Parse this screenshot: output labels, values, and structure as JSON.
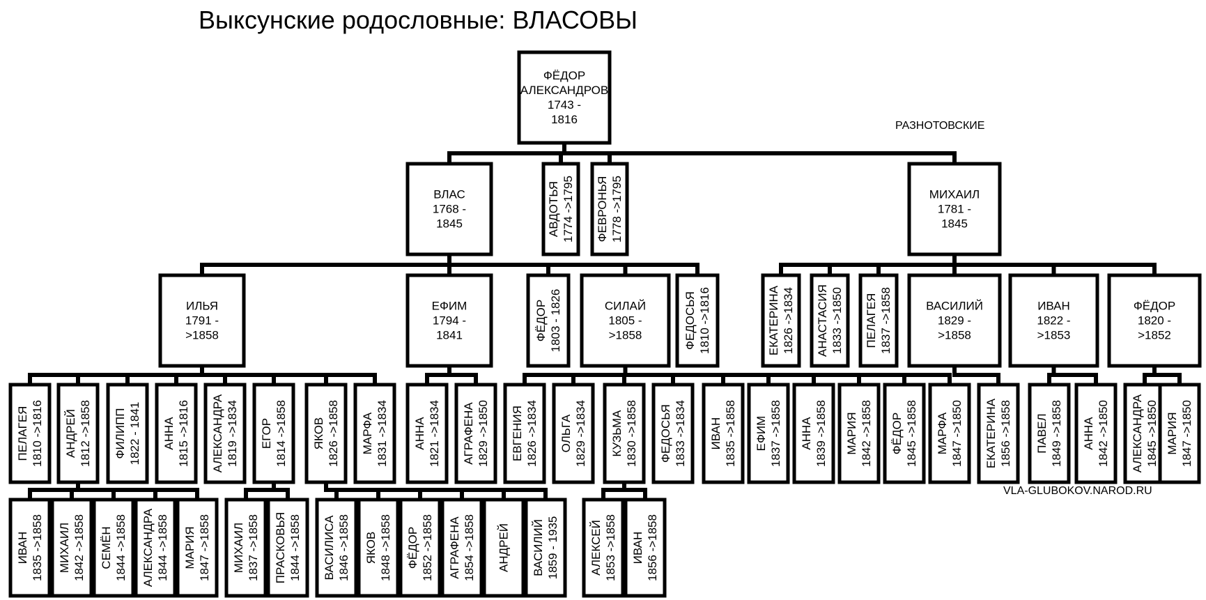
{
  "title": "Выксунские родословные: ВЛАСОВЫ",
  "branch_label": "РАЗНОТОВСКИЕ",
  "watermark": "VLA-GLUBOKOV.NAROD.RU",
  "people": {
    "root": [
      "ФЁДОР",
      "АЛЕКСАНДРОВ",
      "1743 -",
      "1816"
    ],
    "vlas": [
      "ВЛАС",
      "1768 -",
      "1845"
    ],
    "avdotya": [
      "АВДОТЬЯ",
      "1774 ->1795"
    ],
    "fevronya": [
      "ФЕВРОНЬЯ",
      "1778 ->1795"
    ],
    "mikhail": [
      "МИХАИЛ",
      "1781 -",
      "1845"
    ],
    "ilya": [
      "ИЛЬЯ",
      "1791 -",
      ">1858"
    ],
    "efim": [
      "ЕФИМ",
      "1794 -",
      "1841"
    ],
    "fedor_1803": [
      "ФЁДОР",
      "1803 - 1826"
    ],
    "silay": [
      "СИЛАЙ",
      "1805 -",
      ">1858"
    ],
    "fedosya_1810": [
      "ФЕДОСЬЯ",
      "1810 ->1816"
    ],
    "ekaterina_1826": [
      "ЕКАТЕРИНА",
      "1826 ->1834"
    ],
    "anastasia_1833": [
      "АНАСТАСИЯ",
      "1833 ->1850"
    ],
    "pelageya_1837": [
      "ПЕЛАГЕЯ",
      "1837 ->1858"
    ],
    "vasiliy_1829": [
      "ВАСИЛИЙ",
      "1829 -",
      ">1858"
    ],
    "ivan_1822": [
      "ИВАН",
      "1822 -",
      ">1853"
    ],
    "fedor_1820": [
      "ФЁДОР",
      "1820 -",
      ">1852"
    ],
    "pelageya_1810": [
      "ПЕЛАГЕЯ",
      "1810 ->1816"
    ],
    "andrey_1812": [
      "АНДРЕЙ",
      "1812 ->1858"
    ],
    "filipp_1822": [
      "ФИЛИПП",
      "1822 - 1841"
    ],
    "anna_1815": [
      "АННА",
      "1815 ->1816"
    ],
    "aleksandra_1819": [
      "АЛЕКСАНДРА",
      "1819 ->1834"
    ],
    "egor_1814": [
      "ЕГОР",
      "1814 ->1858"
    ],
    "yakov_1826": [
      "ЯКОВ",
      "1826 ->1858"
    ],
    "marfa_1831": [
      "МАРФА",
      "1831 ->1834"
    ],
    "anna_1821": [
      "АННА",
      "1821 ->1834"
    ],
    "agrafena_1829": [
      "АГРАФЕНА",
      "1829 ->1850"
    ],
    "evgeniya_1826": [
      "ЕВГЕНИЯ",
      "1826 ->1834"
    ],
    "olga_1829": [
      "ОЛЬГА",
      "1829 ->1834"
    ],
    "kuzma_1830": [
      "КУЗЬМА",
      "1830 ->1858"
    ],
    "fedosya_1833": [
      "ФЕДОСЬЯ",
      "1833 ->1834"
    ],
    "ivan_1835s": [
      "ИВАН",
      "1835 ->1858"
    ],
    "efim_1837": [
      "ЕФИМ",
      "1837 ->1858"
    ],
    "anna_1839": [
      "АННА",
      "1839 ->1858"
    ],
    "mariya_1842": [
      "МАРИЯ",
      "1842 ->1858"
    ],
    "fedor_1845": [
      "ФЁДОР",
      "1845 ->1858"
    ],
    "marfa_1847": [
      "МАРФА",
      "1847 ->1850"
    ],
    "ekaterina_1856": [
      "ЕКАТЕРИНА",
      "1856 ->1858"
    ],
    "pavel_1849": [
      "ПАВЕЛ",
      "1849 ->1858"
    ],
    "anna_1842": [
      "АННА",
      "1842 ->1850"
    ],
    "aleksandra_1845": [
      "АЛЕКСАНДРА",
      "1845 ->1850"
    ],
    "mariya_1847m": [
      "МАРИЯ",
      "1847 ->1850"
    ],
    "ivan_1835a": [
      "ИВАН",
      "1835 ->1858"
    ],
    "mikhail_1842": [
      "МИХАИЛ",
      "1842 ->1858"
    ],
    "semen_1844": [
      "СЕМЁН",
      "1844 ->1858"
    ],
    "aleksandra_1844": [
      "АЛЕКСАНДРА",
      "1844 ->1858"
    ],
    "mariya_1847a": [
      "МАРИЯ",
      "1847 ->1858"
    ],
    "mikhail_1837": [
      "МИХАИЛ",
      "1837 ->1858"
    ],
    "praskovya_1844": [
      "ПРАСКОВЬЯ",
      "1844 ->1858"
    ],
    "vasilisa_1846": [
      "ВАСИЛИСА",
      "1846 ->1858"
    ],
    "yakov_1848": [
      "ЯКОВ",
      "1848 ->1858"
    ],
    "fedor_1852": [
      "ФЁДОР",
      "1852 ->1858"
    ],
    "agrafena_1854": [
      "АГРАФЕНА",
      "1854 ->1858"
    ],
    "andrey_y": [
      "АНДРЕЙ"
    ],
    "vasiliy_1859": [
      "ВАСИЛИЙ",
      "1859 - 1935"
    ],
    "aleksey_1853": [
      "АЛЕКСЕЙ",
      "1853 ->1858"
    ],
    "ivan_1856": [
      "ИВАН",
      "1856 ->1858"
    ]
  }
}
